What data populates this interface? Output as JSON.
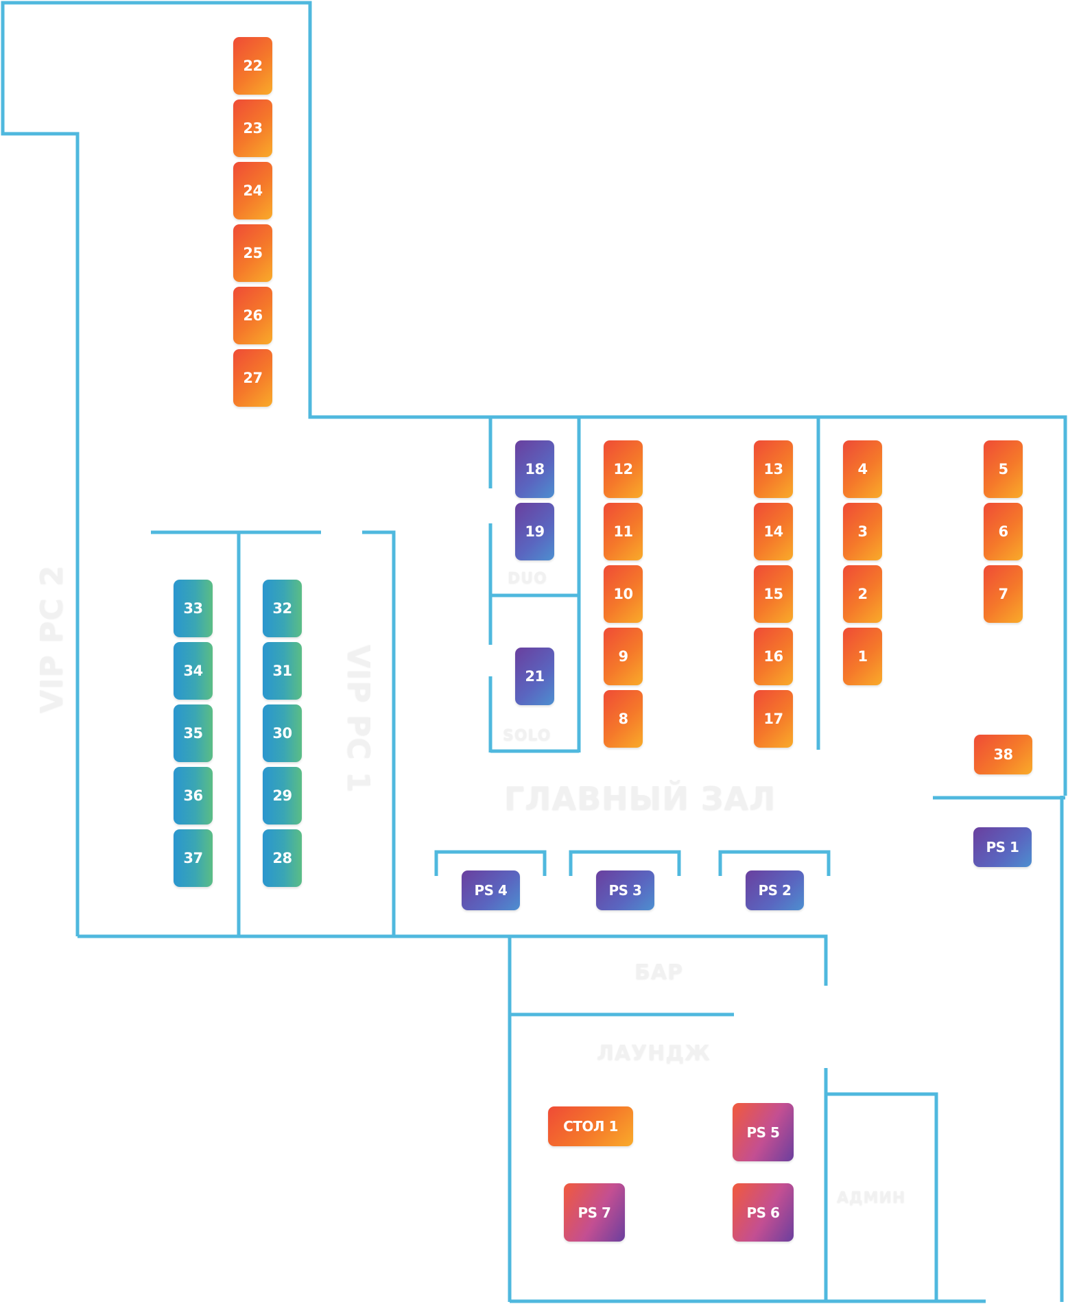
{
  "zones": {
    "duo": "DUO",
    "solo": "SOLO",
    "vip_pc_2": "VIP PC 2",
    "vip_pc_1": "VIP PC 1",
    "main_hall": "ГЛАВНЫЙ ЗАЛ",
    "bar": "БАР",
    "lounge": "ЛАУНДЖ",
    "admin": "АДМИН"
  },
  "seats": {
    "pc22": "22",
    "pc23": "23",
    "pc24": "24",
    "pc25": "25",
    "pc26": "26",
    "pc27": "27",
    "pc18": "18",
    "pc19": "19",
    "pc21": "21",
    "pc12": "12",
    "pc11": "11",
    "pc10": "10",
    "pc9": "9",
    "pc8": "8",
    "pc13": "13",
    "pc14": "14",
    "pc15": "15",
    "pc16": "16",
    "pc17": "17",
    "pc4": "4",
    "pc3": "3",
    "pc2": "2",
    "pc1": "1",
    "pc5": "5",
    "pc6": "6",
    "pc7": "7",
    "pc38": "38",
    "pc33": "33",
    "pc34": "34",
    "pc35": "35",
    "pc36": "36",
    "pc37": "37",
    "pc32": "32",
    "pc31": "31",
    "pc30": "30",
    "pc29": "29",
    "pc28": "28",
    "ps1": "PS 1",
    "ps2": "PS 2",
    "ps3": "PS 3",
    "ps4": "PS 4",
    "ps5": "PS 5",
    "ps6": "PS 6",
    "ps7": "PS 7",
    "table1": "СТОЛ 1"
  },
  "colors": {
    "walls": "#4fb8de",
    "standard_pc": "#f5792a",
    "console": "#5a66c0",
    "vip_pc": "#3aa6b4",
    "lounge_console": "#c34f92"
  }
}
